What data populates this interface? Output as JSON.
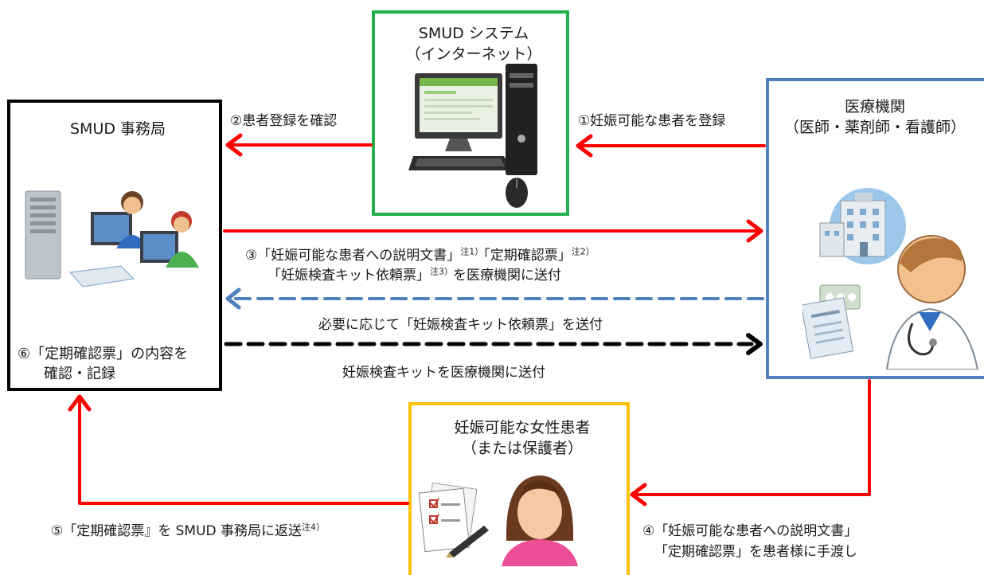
{
  "colors": {
    "solid_arrow": "#ff0000",
    "blue_dashed_arrow": "#4f81bd",
    "black_dashed_arrow": "#000000",
    "smud_system_border": "#22b14c",
    "office_border": "#000000",
    "medical_border": "#4f81bd",
    "patient_border": "#ffc000"
  },
  "smud_system": {
    "line1": "SMUD システム",
    "line2": "（インターネット）"
  },
  "office": {
    "title": "SMUD 事務局",
    "step6_line1": "⑥「定期確認票」の内容を",
    "step6_line2": "確認・記録"
  },
  "medical": {
    "line1": "医療機関",
    "line2": "（医師・薬剤師・看護師）"
  },
  "patient": {
    "line1": "妊娠可能な女性患者",
    "line2": "（または保護者）"
  },
  "steps": {
    "step1": "①妊娠可能な患者を登録",
    "step2": "②患者登録を確認",
    "step3_line1a": "③「妊娠可能な患者への説明文書」",
    "step3_note1": "注1）",
    "step3_line1b": "「定期確認票」",
    "step3_note2": "注2）",
    "step3_line2a": "「妊娠検査キット依頼票」",
    "step3_note3": "注3）",
    "step3_line2b": "を医療機関に送付",
    "request_kit": "必要に応じて「妊娠検査キット依頼票」を送付",
    "send_kit": "妊娠検査キットを医療機関に送付",
    "step4_line1": "④「妊娠可能な患者への説明文書」",
    "step4_line2": "「定期確認票」を患者様に手渡し",
    "step5": "⑤「定期確認票』を SMUD 事務局に返送",
    "step5_note": "注4）"
  },
  "icons": {
    "computer": "desktop-computer-icon",
    "office_staff": "office-staff-computers-icon",
    "hospital": "hospital-building-icon",
    "doctor": "doctor-icon",
    "medicine": "medicine-document-icon",
    "patient": "female-patient-icon",
    "forms": "forms-pen-icon"
  }
}
